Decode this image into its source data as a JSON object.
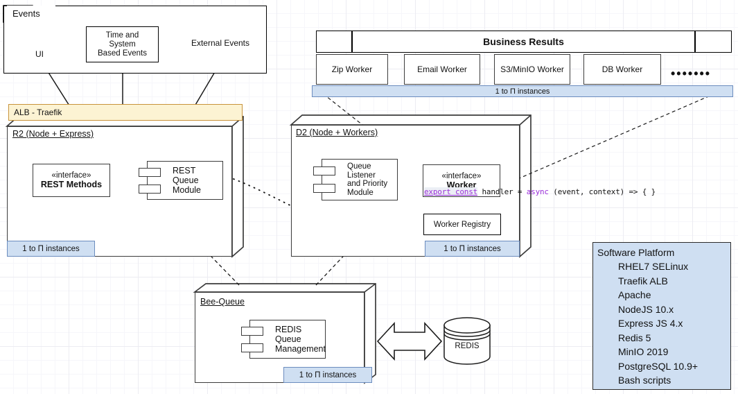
{
  "events": {
    "tab_label": "Events",
    "actor_label": "UI",
    "time_system_label": "Time and System\nBased Events",
    "external_label": "External Events"
  },
  "alb": {
    "label": "ALB - Traefik"
  },
  "r2": {
    "title": "R2 (Node + Express)",
    "interface_stereotype": "«interface»",
    "interface_name": "REST Methods",
    "component_label": "REST\nQueue\nModule",
    "instances": "1 to Π instances"
  },
  "d2": {
    "title": "D2 (Node + Workers)",
    "component_label": "Queue\nListener\nand Priority\nModule",
    "interface_stereotype": "«interface»",
    "interface_name": "Worker",
    "code_keyword": "export const",
    "code_rest_a": " handler = ",
    "code_async": "async",
    "code_rest_b": " (event, context) => {   }",
    "worker_registry": "Worker Registry",
    "instances": "1 to Π instances"
  },
  "business_results": {
    "title": "Business Results",
    "workers": [
      "Zip Worker",
      "Email Worker",
      "S3/MinIO Worker",
      "DB Worker"
    ],
    "ellipsis": "•••••••",
    "instances": "1 to Π instances"
  },
  "bee_queue": {
    "title": "Bee-Queue",
    "component_label": "REDIS\nQueue\nManagement",
    "instances": "1 to Π instances",
    "database_label": "REDIS"
  },
  "software_platform": {
    "title": "Software Platform",
    "items": [
      "RHEL7 SELinux",
      "Traefik ALB",
      "Apache",
      "NodeJS 10.x",
      "Express JS 4.x",
      "Redis 5",
      "MinIO 2019",
      "PostgreSQL 10.9+",
      "Bash scripts"
    ]
  },
  "colors": {
    "alb_fill": "#fcf3d3",
    "alb_stroke": "#c8923a",
    "badge_fill": "#cfdff2",
    "badge_stroke": "#6b8cbe",
    "line": "#3b3b3b",
    "code_purple": "#9b30d9"
  }
}
